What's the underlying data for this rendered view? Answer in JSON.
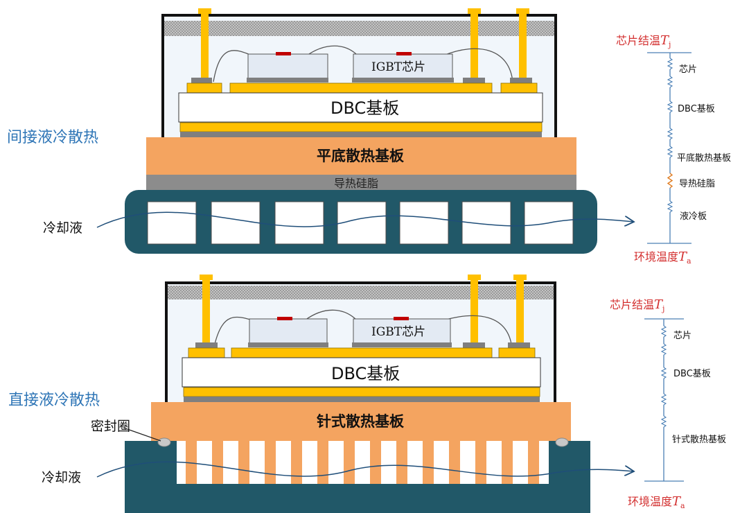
{
  "upper": {
    "method_label": "间接液冷散热",
    "igbt_label": "IGBT芯片",
    "dbc_label": "DBC基板",
    "baseplate_label": "平底散热基板",
    "grease_label": "导热硅脂",
    "coolant_label": "冷却液",
    "network": {
      "top_node": "芯片结温",
      "top_symbol": "T",
      "top_subscript": "j",
      "r1": "芯片",
      "r2": "DBC基板",
      "r3": "平底散热基板",
      "r4": "导热硅脂",
      "r5": "液冷板",
      "bottom_node": "环境温度",
      "bottom_symbol": "T",
      "bottom_subscript": "a"
    }
  },
  "lower": {
    "method_label": "直接液冷散热",
    "igbt_label": "IGBT芯片",
    "dbc_label": "DBC基板",
    "baseplate_label": "针式散热基板",
    "seal_label": "密封圈",
    "coolant_label": "冷却液",
    "network": {
      "top_node": "芯片结温",
      "top_symbol": "T",
      "top_subscript": "j",
      "r1": "芯片",
      "r2": "DBC基板",
      "r3": "针式散热基板",
      "bottom_node": "环境温度",
      "bottom_symbol": "T",
      "bottom_subscript": "a"
    }
  },
  "colors": {
    "gold": "#ffc000",
    "orange": "#f4a460",
    "dark_teal": "#215868",
    "grease_gray": "#8c8c8c",
    "case_fill": "#f1f6fb",
    "chip_fill": "#e3eaf3",
    "red_pad": "#c00000",
    "blue_text": "#2e75b6",
    "red_text": "#d32f2f"
  }
}
